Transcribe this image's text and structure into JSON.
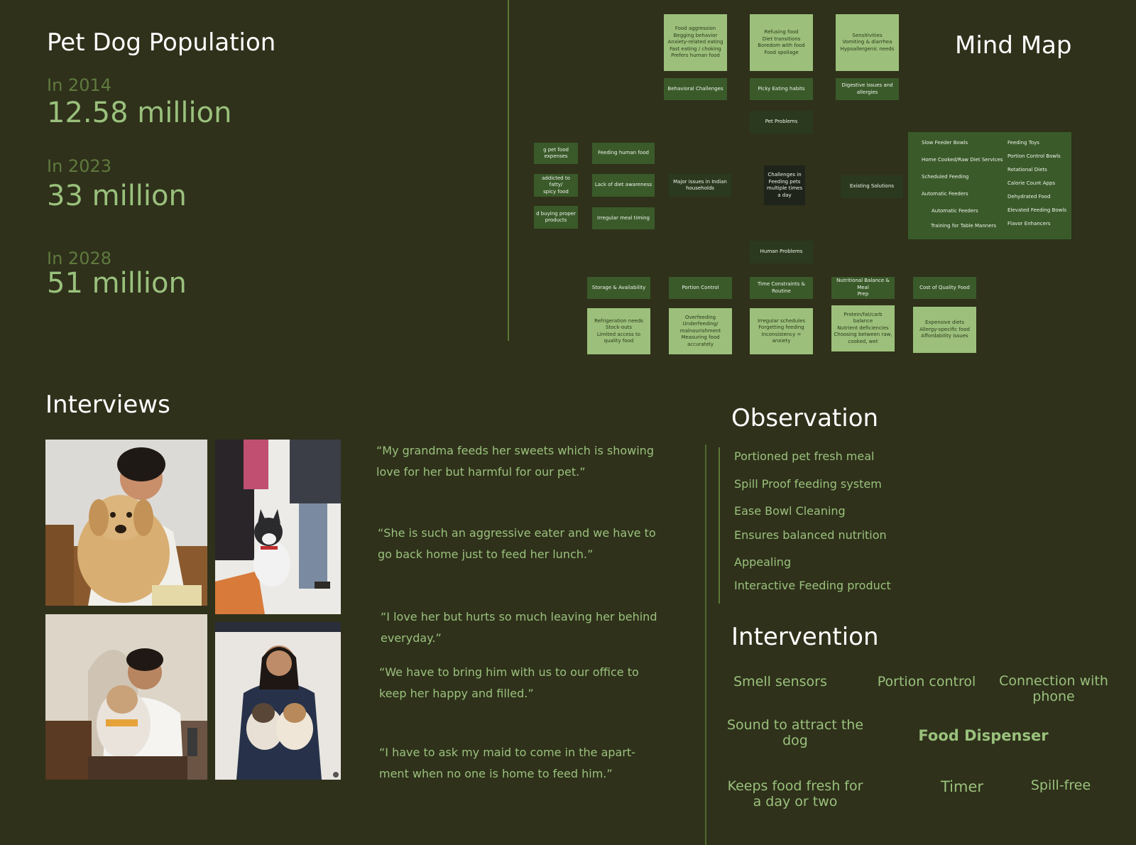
{
  "population": {
    "title": "Pet Dog Population",
    "stats": [
      {
        "year": "In 2014",
        "value": "12.58 million"
      },
      {
        "year": "In 2023",
        "value": "33 million"
      },
      {
        "year": "In 2028",
        "value": "51 million"
      }
    ]
  },
  "mindmap": {
    "title": "Mind Map",
    "center": "Challenges in\nFeeding pets\nmultiple times\na day",
    "top_details": [
      "Food aggression\nBegging behavior\nAnxiety-related eating\nFast eating / choking\nPrefers human food",
      "Refusing food\nDiet transitions\nBoredom with food\nFood spoilage",
      "Sensitivities\nVomiting & diarrhea\nHypoallergenic needs"
    ],
    "top_labels": [
      "Behavioral Challenges",
      "Picky Eating habits",
      "Digestive issues and\nallergies"
    ],
    "pet_problems": "Pet Problems",
    "human_problems": "Human Problems",
    "left_far": [
      "g pet food expenses",
      "addicted to fatty/\nspicy food",
      "d buying proper\nproducts"
    ],
    "left_near": [
      "Feeding human food",
      "Lack of diet awareness",
      "Irregular meal timing"
    ],
    "major_issues": "Major issues in Indian\nhouseholds",
    "existing_solutions": "Existing Solutions",
    "solutions_col1": [
      "Slow Feeder Bowls",
      "Home Cooked/Raw Diet Services",
      "Scheduled Feeding",
      "Automatic Feeders",
      "Automatic Feeders",
      "Training for Table Manners"
    ],
    "solutions_col2": [
      "Feeding Toys",
      "Portion Control Bowls",
      "Rotational Diets",
      "Calorie Count Apps",
      "Dehydrated Food",
      "Elevated Feeding Bowls",
      "Flavor Enhancers"
    ],
    "bottom_labels": [
      "Storage & Availability",
      "Portion Control",
      "Time Constraints & Routine",
      "Nutritional Balance & Meal\nPrep",
      "Cost of Quality Food"
    ],
    "bottom_details": [
      "Refrigeration needs\nStock-outs\nLimited access to quality food",
      "Overfeeding\nUnderfeeding/\nmalnourishment\nMeasuring food accurately",
      "Irregular schedules\nForgetting feeding\nInconsistency = anxiety",
      "Protein/fat/carb balance\nNutrient deficiencies\nChoosing between raw,\ncooked, wet",
      "Expensive diets\nAllergy-specific food\nAffordability issues"
    ]
  },
  "interviews": {
    "title": "Interviews",
    "quotes": [
      "“My grandma feeds her sweets which is showing love for her but harmful for our pet.”",
      "“She is such an aggressive eater and we have to go back home just to feed her lunch.”",
      "“I love her but hurts so much leaving her behind everyday.”",
      "“We have to bring him with us to our office to keep her happy and filled.”",
      "“I have to ask my maid to come in the apart-ment when no one is home to feed him.”"
    ]
  },
  "observation": {
    "title": "Observation",
    "items": [
      "Portioned pet fresh meal",
      "Spill Proof feeding system",
      "Ease Bowl Cleaning",
      "Ensures balanced nutrition",
      "Appealing",
      "Interactive Feeding product"
    ]
  },
  "intervention": {
    "title": "Intervention",
    "smell": "Smell sensors",
    "portion": "Portion control",
    "phone": "Connection with phone",
    "sound": "Sound to attract the dog",
    "dispenser": "Food Dispenser",
    "fresh": "Keeps food fresh for a day or two",
    "timer": "Timer",
    "spill": "Spill-free"
  },
  "colors": {
    "background": "#2f311b",
    "accent": "#9ac17c",
    "node_light": "#9cc07b",
    "node_mid": "#3a5a2a"
  }
}
